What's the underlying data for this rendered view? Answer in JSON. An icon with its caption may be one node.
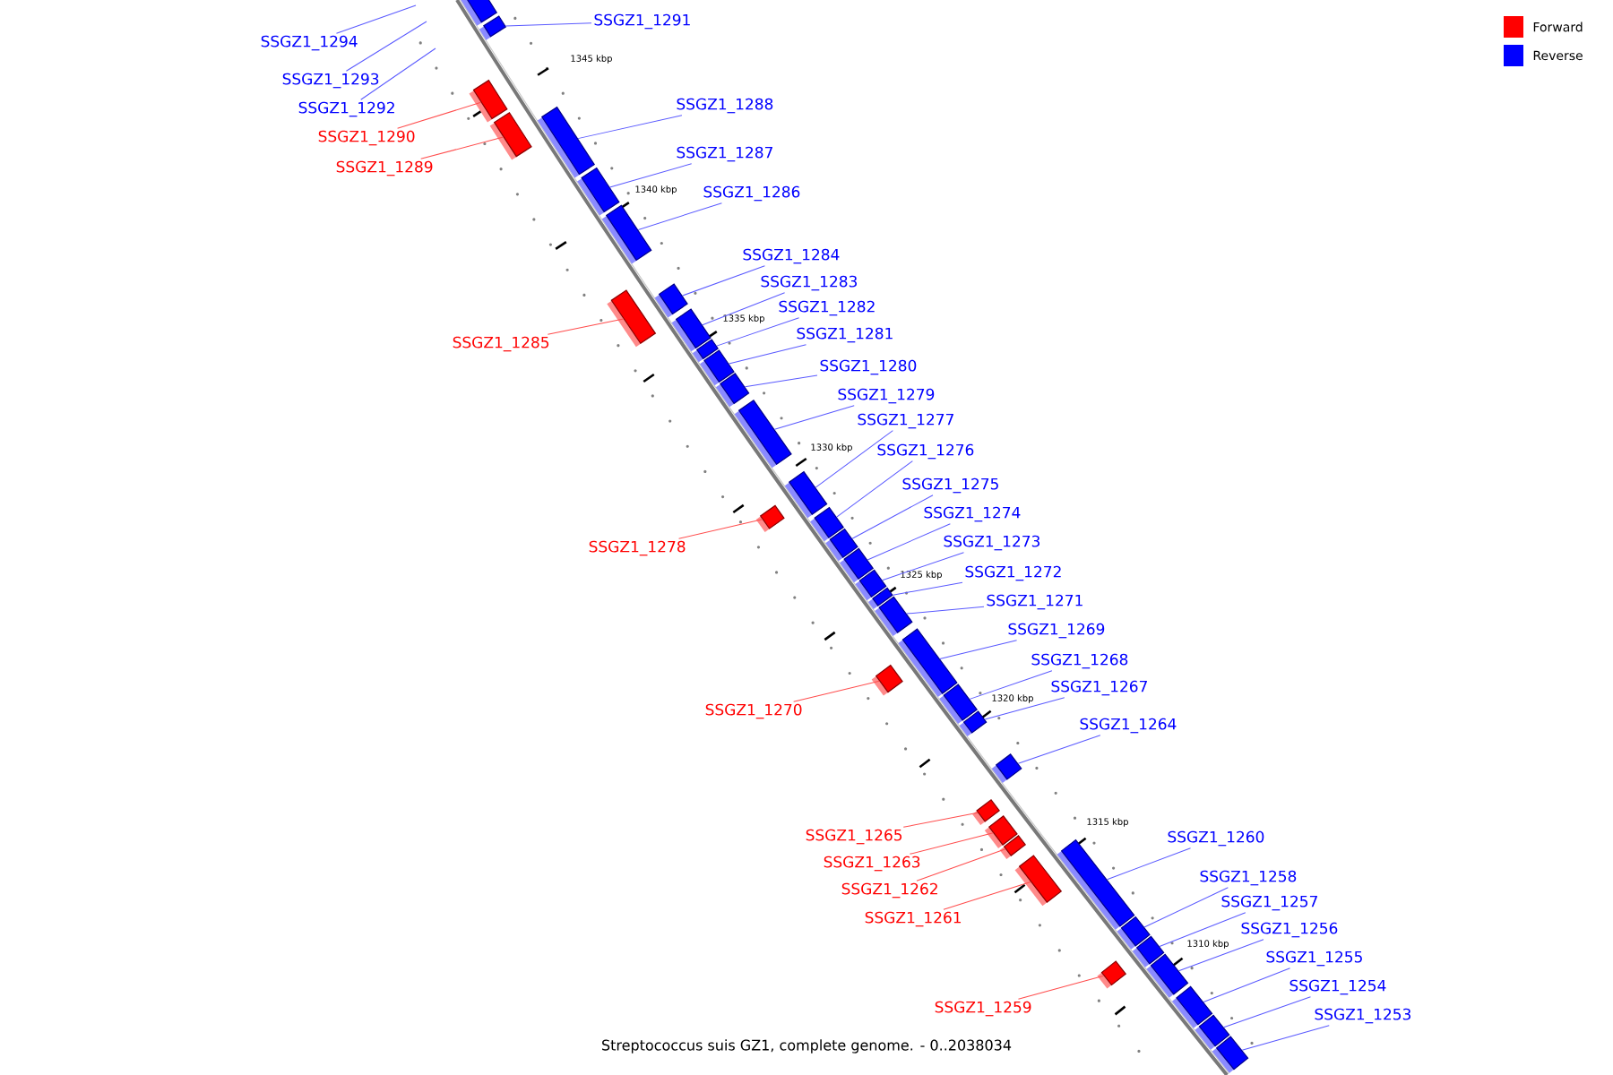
{
  "diagram": {
    "caption": "Streptococcus suis GZ1, complete genome. - 0..2038034",
    "nodes": [
      {
        "text": [],
        "shape": "box"
      },
      {
        "text": [
          "SSGZ1_1291"
        ]
      },
      {
        "text": [],
        "shape": "box"
      },
      {
        "text": [
          "SSGZ1_1294"
        ]
      },
      {
        "text": [
          "SSGZ1_1293"
        ]
      },
      {
        "text": [
          "SSGZ1_1288"
        ]
      },
      {
        "text": [],
        "shape": "box"
      },
      {
        "text": [
          "SSGZ1_1292"
        ]
      },
      {
        "text": [
          "SSGZ1_1290"
        ]
      },
      {
        "text": [],
        "shape": "box"
      },
      {
        "text": [
          "SSGZ1_1287"
        ]
      },
      {
        "text": [],
        "shape": "box"
      },
      {
        "text": [
          "SSGZ1_1289"
        ]
      },
      {
        "text": [],
        "shape": "box"
      },
      {
        "text": [
          "SSGZ1_1286"
        ]
      },
      {
        "text": [],
        "shape": "box"
      },
      {
        "text": [
          "SSGZ1_1284"
        ]
      },
      {
        "text": [],
        "shape": "box"
      },
      {
        "text": [
          "SSGZ1_1283"
        ]
      },
      {
        "text": [],
        "shape": "box"
      },
      {
        "text": [
          "SSGZ1_1282"
        ]
      },
      {
        "text": [],
        "shape": "box"
      },
      {
        "text": [
          "SSGZ1_1281"
        ]
      },
      {
        "text": [],
        "shape": "box"
      },
      {
        "text": [
          "SSGZ1_1285"
        ]
      },
      {
        "text": [],
        "shape": "box"
      },
      {
        "text": [
          "SSGZ1_1280"
        ]
      },
      {
        "text": [],
        "shape": "box"
      },
      {
        "text": [
          "SSGZ1_1279"
        ]
      },
      {
        "text": [],
        "shape": "box"
      },
      {
        "text": [
          "SSGZ1_1277"
        ]
      },
      {
        "text": [],
        "shape": "box"
      },
      {
        "text": [
          "SSGZ1_1276"
        ]
      },
      {
        "text": [],
        "shape": "box"
      },
      {
        "text": [
          "SSGZ1_1275"
        ]
      },
      {
        "text": [],
        "shape": "box"
      },
      {
        "text": [
          "SSGZ1_1274"
        ]
      },
      {
        "text": [],
        "shape": "box"
      },
      {
        "text": [
          "SSGZ1_1273"
        ]
      },
      {
        "text": [],
        "shape": "box"
      },
      {
        "text": [
          "SSGZ1_1278"
        ]
      },
      {
        "text": [],
        "shape": "box"
      },
      {
        "text": [
          "SSGZ1_1272"
        ]
      },
      {
        "text": [],
        "shape": "box"
      },
      {
        "text": [
          "SSGZ1_1271"
        ]
      },
      {
        "text": [],
        "shape": "box"
      },
      {
        "text": [
          "SSGZ1_1269"
        ]
      },
      {
        "text": [],
        "shape": "box"
      },
      {
        "text": [
          "SSGZ1_1268"
        ]
      },
      {
        "text": [],
        "shape": "box"
      },
      {
        "text": [
          "SSGZ1_1267"
        ]
      },
      {
        "text": [],
        "shape": "box"
      },
      {
        "text": [
          "SSGZ1_1270"
        ]
      },
      {
        "text": [],
        "shape": "box"
      },
      {
        "text": [
          "SSGZ1_1264"
        ]
      },
      {
        "text": [],
        "shape": "box"
      },
      {
        "text": [
          "SSGZ1_1265"
        ]
      },
      {
        "text": [],
        "shape": "box"
      },
      {
        "text": [
          "SSGZ1_1260"
        ]
      },
      {
        "text": [],
        "shape": "box"
      },
      {
        "text": [
          "SSGZ1_1263"
        ]
      },
      {
        "text": [],
        "shape": "box"
      },
      {
        "text": [
          "SSGZ1_1258"
        ]
      },
      {
        "text": [],
        "shape": "box"
      },
      {
        "text": [
          "SSGZ1_1262"
        ]
      },
      {
        "text": [],
        "shape": "box"
      },
      {
        "text": [
          "SSGZ1_1257"
        ]
      },
      {
        "text": [],
        "shape": "box"
      },
      {
        "text": [
          "SSGZ1_1261"
        ]
      },
      {
        "text": [],
        "shape": "box"
      },
      {
        "text": [
          "SSGZ1_1256"
        ]
      },
      {
        "text": [],
        "shape": "box"
      },
      {
        "text": [
          "SSGZ1_1255"
        ]
      },
      {
        "text": [],
        "shape": "box"
      },
      {
        "text": [
          "SSGZ1_1254"
        ]
      },
      {
        "text": [],
        "shape": "box"
      },
      {
        "text": [
          "SSGZ1_1253"
        ]
      },
      {
        "text": [],
        "shape": "box"
      },
      {
        "text": [
          "SSGZ1_1259"
        ]
      },
      {
        "text": [],
        "shape": "box"
      }
    ],
    "edges": [
      {
        "from": 1,
        "to": 2,
        "arrow": "none"
      },
      {
        "from": 3,
        "to": null,
        "arrow": "none"
      },
      {
        "from": 4,
        "to": null,
        "arrow": "none"
      },
      {
        "from": 5,
        "to": 6,
        "arrow": "none"
      },
      {
        "from": 7,
        "to": null,
        "arrow": "none"
      },
      {
        "from": 8,
        "to": 9,
        "arrow": "none",
        "color": "#ff4d4d"
      },
      {
        "from": 10,
        "to": 11,
        "arrow": "none"
      },
      {
        "from": 12,
        "to": 13,
        "arrow": "none",
        "color": "#ff4d4d"
      },
      {
        "from": 14,
        "to": 15,
        "arrow": "none"
      },
      {
        "from": 16,
        "to": 17,
        "arrow": "none"
      },
      {
        "from": 18,
        "to": 19,
        "arrow": "none"
      },
      {
        "from": 20,
        "to": 21,
        "arrow": "none"
      },
      {
        "from": 22,
        "to": 23,
        "arrow": "none"
      },
      {
        "from": 24,
        "to": 25,
        "arrow": "none",
        "color": "#ff4d4d"
      },
      {
        "from": 26,
        "to": 27,
        "arrow": "none"
      },
      {
        "from": 28,
        "to": 29,
        "arrow": "none"
      },
      {
        "from": 30,
        "to": 31,
        "arrow": "none"
      },
      {
        "from": 32,
        "to": 33,
        "arrow": "none"
      },
      {
        "from": 34,
        "to": 35,
        "arrow": "none"
      },
      {
        "from": 36,
        "to": 37,
        "arrow": "none"
      },
      {
        "from": 38,
        "to": 39,
        "arrow": "none"
      },
      {
        "from": 40,
        "to": 41,
        "arrow": "none",
        "color": "#ff4d4d"
      },
      {
        "from": 42,
        "to": 43,
        "arrow": "none"
      },
      {
        "from": 44,
        "to": 45,
        "arrow": "none"
      },
      {
        "from": 46,
        "to": 47,
        "arrow": "none"
      },
      {
        "from": 48,
        "to": 49,
        "arrow": "none"
      },
      {
        "from": 50,
        "to": 51,
        "arrow": "none"
      },
      {
        "from": 52,
        "to": 53,
        "arrow": "none",
        "color": "#ff4d4d"
      },
      {
        "from": 54,
        "to": 55,
        "arrow": "none"
      },
      {
        "from": 56,
        "to": 57,
        "arrow": "none",
        "color": "#ff4d4d"
      },
      {
        "from": 58,
        "to": 59,
        "arrow": "none"
      },
      {
        "from": 60,
        "to": 61,
        "arrow": "none",
        "color": "#ff4d4d"
      },
      {
        "from": 62,
        "to": 63,
        "arrow": "none"
      },
      {
        "from": 64,
        "to": 65,
        "arrow": "none",
        "color": "#ff4d4d"
      },
      {
        "from": 66,
        "to": 67,
        "arrow": "none"
      },
      {
        "from": 68,
        "to": 69,
        "arrow": "none",
        "color": "#ff4d4d"
      },
      {
        "from": 70,
        "to": 71,
        "arrow": "none"
      },
      {
        "from": 72,
        "to": 73,
        "arrow": "none"
      },
      {
        "from": 74,
        "to": 75,
        "arrow": "none"
      },
      {
        "from": 76,
        "to": 77,
        "arrow": "none"
      },
      {
        "from": 78,
        "to": 79,
        "arrow": "none",
        "color": "#ff4d4d"
      }
    ],
    "labels": [
      "1345 kbp",
      "1340 kbp",
      "1335 kbp",
      "1330 kbp",
      "1325 kbp",
      "1320 kbp",
      "1315 kbp",
      "1310 kbp"
    ],
    "legend": [
      {
        "text": "Forward",
        "color": "#ff0000"
      },
      {
        "text": "Reverse",
        "color": "#0000ff"
      }
    ]
  }
}
